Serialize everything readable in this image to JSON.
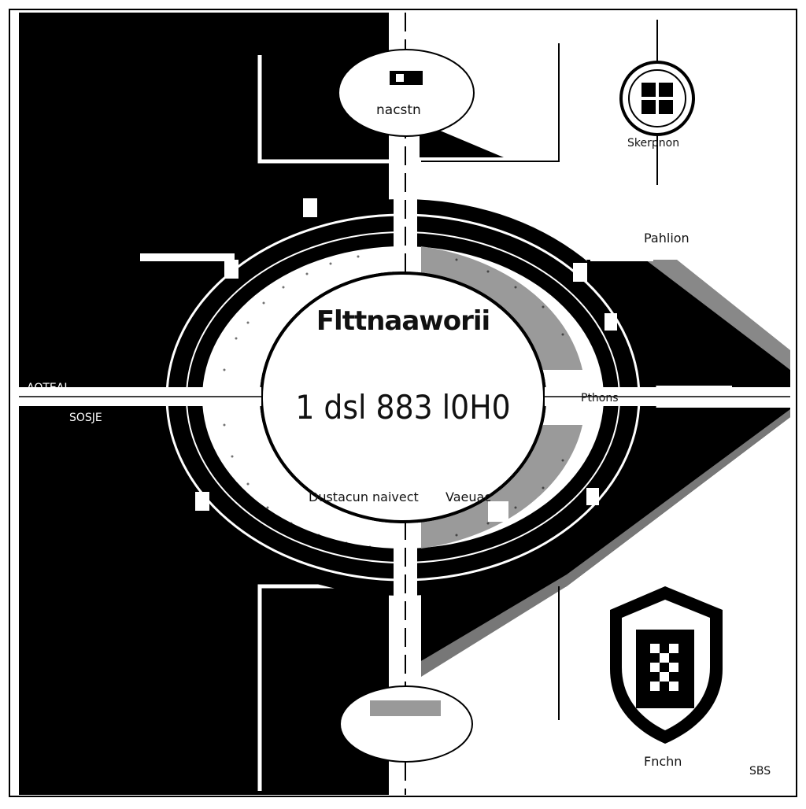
{
  "colors": {
    "ink": "#000000",
    "paper": "#ffffff",
    "shade": "#9a9a9a"
  },
  "labels": {
    "top_oval": "nacstn",
    "top_right_emblem": "Skerpnon",
    "pavilion": "Pahlion",
    "left_upper": "AOTEAI",
    "left_lower": "SOSJE",
    "right_mid": "Pthons",
    "bottom_right_emblem": "Fnchn",
    "corner_mark": "SBS"
  },
  "center": {
    "title": "Flttnaaworii",
    "value": "1 dsl 883 l0H0",
    "sub_left": "Dustacun naivect",
    "sub_right": "Vaeuac"
  },
  "icons": {
    "top_badge": "ticket-icon",
    "top_right_emblem": "crest-icon",
    "bottom_right_emblem": "shield-crest-icon",
    "bottom_oval": "stadium-entrance-icon"
  }
}
